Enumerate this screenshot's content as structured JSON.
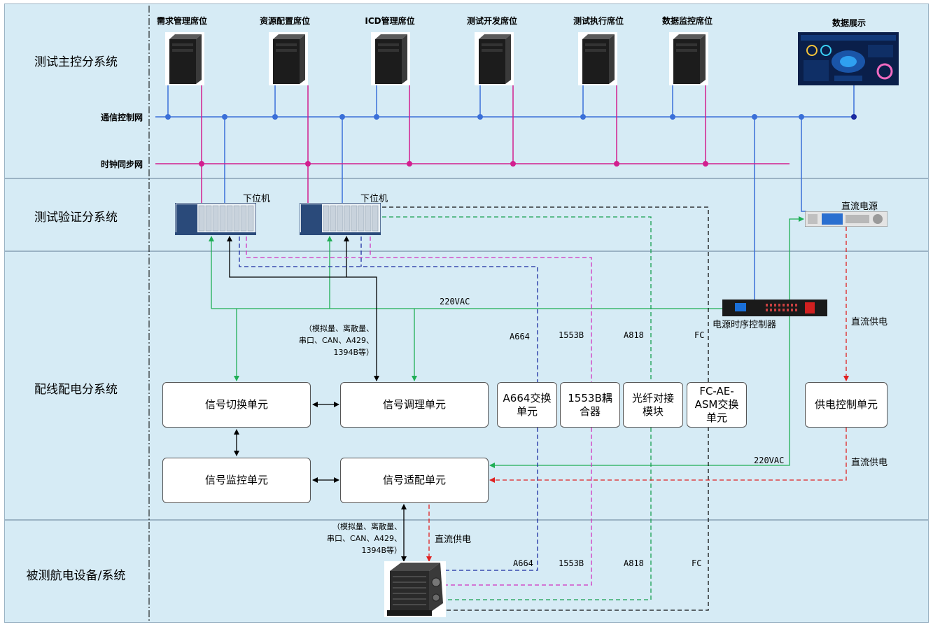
{
  "colors": {
    "band_fill": "#d6ebf5",
    "comm_net": "#3a6fd8",
    "clock_net": "#d21f8f",
    "ac_power": "#1fae55",
    "dc_power": "#e02020",
    "fiber": "#18a050",
    "a664": "#1a2aa0",
    "b1553": "#d030c0",
    "fc": "#111111"
  },
  "bands": [
    {
      "label": "测试主控分系统"
    },
    {
      "label": "测试验证分系统"
    },
    {
      "label": "配线配电分系统"
    },
    {
      "label": "被测航电设备/系统"
    }
  ],
  "seats": [
    {
      "label": "需求管理席位"
    },
    {
      "label": "资源配置席位"
    },
    {
      "label": "ICD管理席位"
    },
    {
      "label": "测试开发席位"
    },
    {
      "label": "测试执行席位"
    },
    {
      "label": "数据监控席位"
    }
  ],
  "display": {
    "label": "数据展示"
  },
  "networks": {
    "comm": "通信控制网",
    "clock": "时钟同步网"
  },
  "lower_computer": {
    "label": "下位机"
  },
  "dc_supply": {
    "label": "直流电源"
  },
  "power_sequencer": {
    "label": "电源时序控制器"
  },
  "units": {
    "switch": "信号切换单元",
    "conditioning": "信号调理单元",
    "monitor": "信号监控单元",
    "adapter": "信号适配单元",
    "a664_switch": "A664交换\n单元",
    "coupler_1553": "1553B耦\n合器",
    "fiber_module": "光纤对接\n模块",
    "fc_switch": "FC-AE-\nASM交换\n单元",
    "power_ctrl": "供电控制单元"
  },
  "edge_labels": {
    "vac_top": "220VAC",
    "vac_right": "220VAC",
    "dc_feed_1": "直流供电",
    "dc_feed_2": "直流供电",
    "dc_feed_3": "直流供电",
    "a664_top": "A664",
    "b1553_top": "1553B",
    "a818_top": "A818",
    "fc_top": "FC",
    "a664_bot": "A664",
    "b1553_bot": "1553B",
    "a818_bot": "A818",
    "fc_bot": "FC"
  },
  "signal_notes": {
    "upper": "（模拟量、离散量、\n串口、CAN、A429、\n1394B等）",
    "lower": "（模拟量、离散量、\n串口、CAN、A429、\n1394B等）"
  }
}
